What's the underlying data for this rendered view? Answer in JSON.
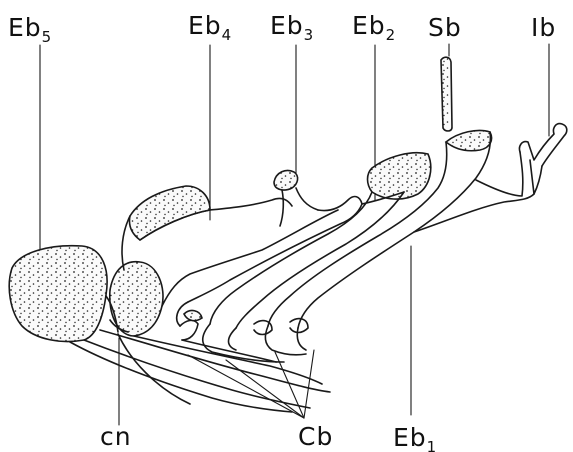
{
  "labels": {
    "eb5": {
      "main": "Eb",
      "sub": "5"
    },
    "eb4": {
      "main": "Eb",
      "sub": "4"
    },
    "eb3": {
      "main": "Eb",
      "sub": "3"
    },
    "eb2": {
      "main": "Eb",
      "sub": "2"
    },
    "sb": {
      "main": "Sb"
    },
    "ib": {
      "main": "Ib"
    },
    "cn": {
      "main": "cn"
    },
    "cb": {
      "main": "Cb"
    },
    "eb1": {
      "main": "Eb",
      "sub": "1"
    }
  }
}
